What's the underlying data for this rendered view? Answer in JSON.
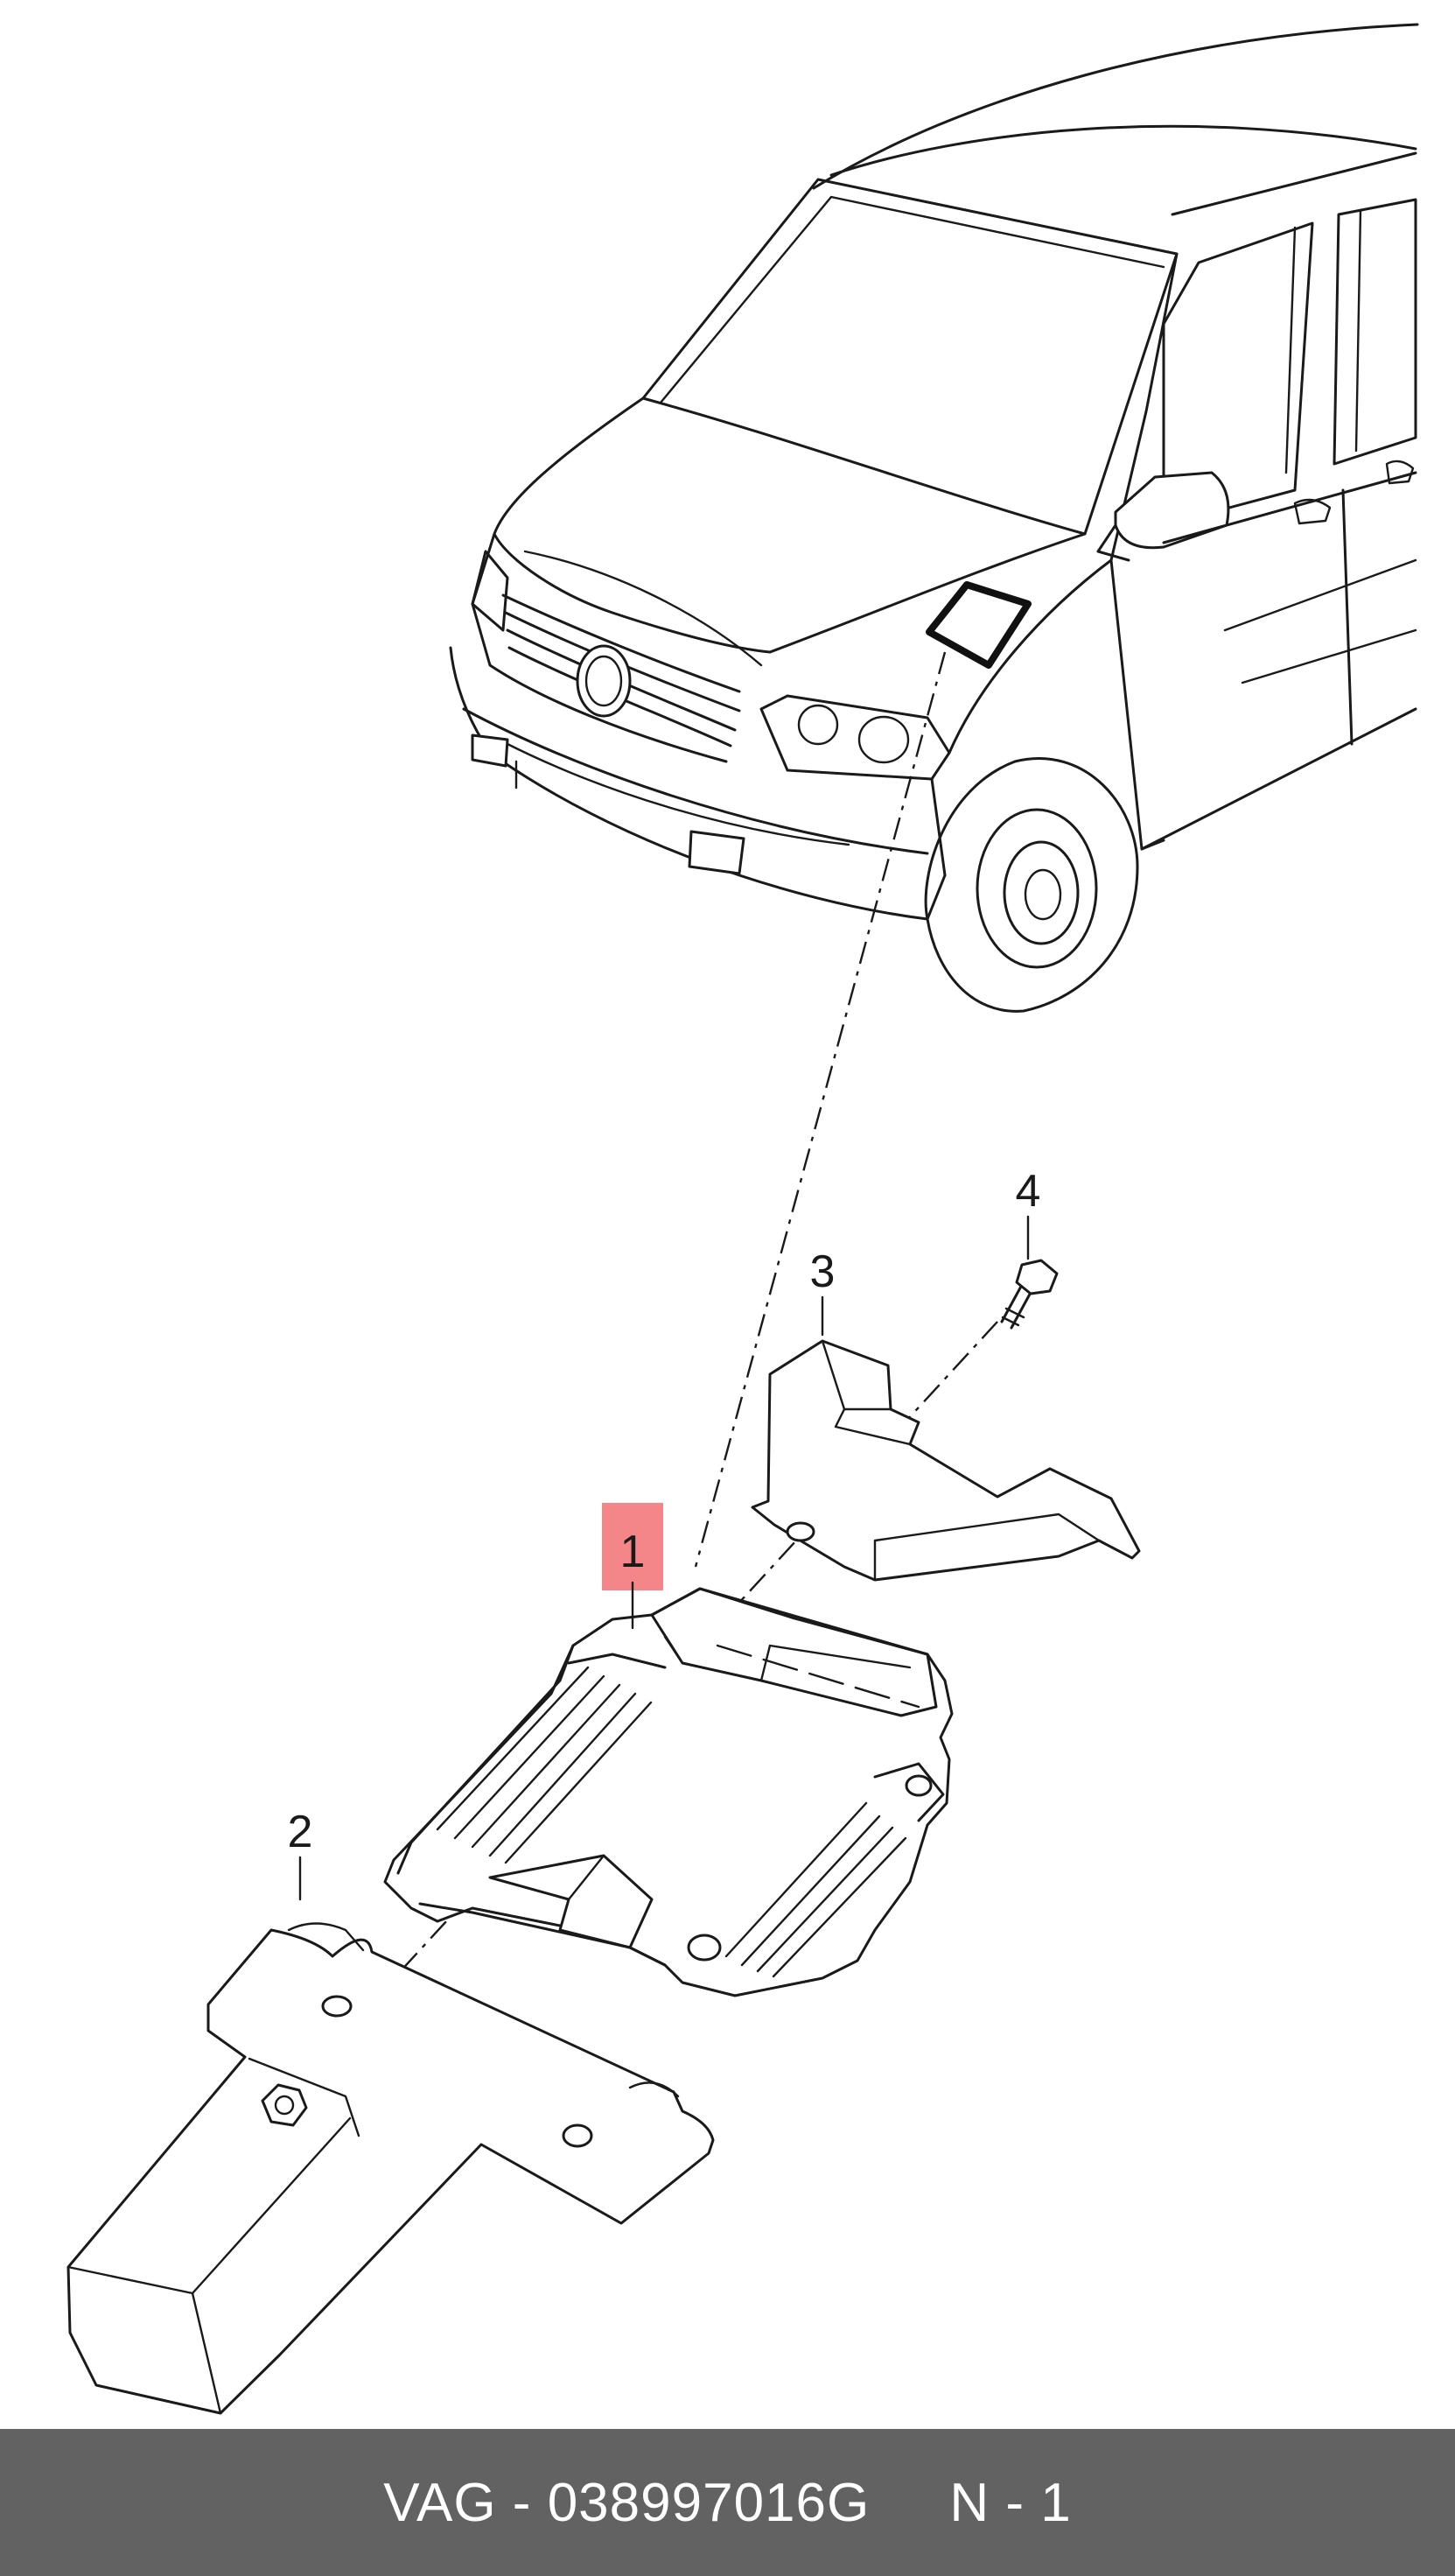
{
  "diagram": {
    "callouts": [
      {
        "id": "1",
        "label": "1",
        "highlighted": true
      },
      {
        "id": "2",
        "label": "2",
        "highlighted": false
      },
      {
        "id": "3",
        "label": "3",
        "highlighted": false
      },
      {
        "id": "4",
        "label": "4",
        "highlighted": false
      }
    ],
    "highlight_color": "#f4868a",
    "line_color": "#1a1a1a"
  },
  "footer": {
    "brand": "VAG",
    "part_number": "038997016G",
    "position": "N - 1",
    "background_color": "#626262",
    "text_color": "#ffffff"
  }
}
